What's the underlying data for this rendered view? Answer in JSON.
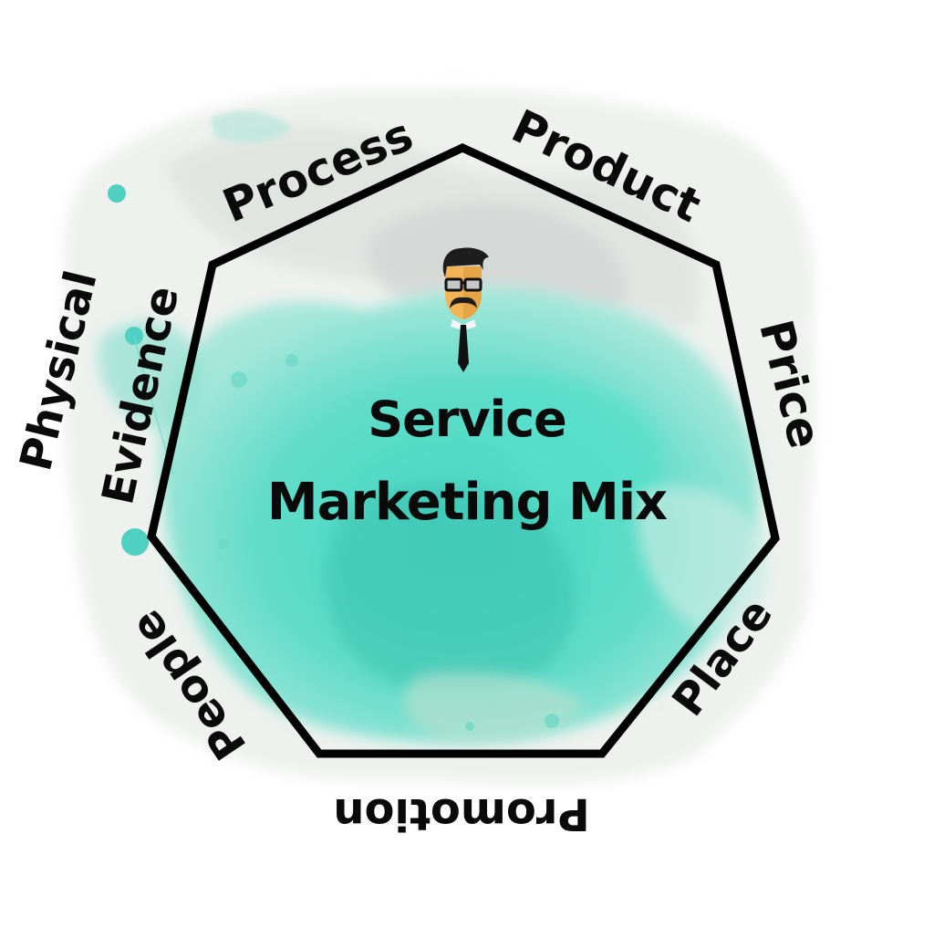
{
  "diagram": {
    "title_line1": "Service",
    "title_line2": "Marketing Mix",
    "labels": {
      "process": "Process",
      "product": "Product",
      "price": "Price",
      "place": "Place",
      "promotion": "Promotion",
      "people": "People",
      "evidence": "Evidence",
      "physical": "Physical"
    },
    "colors": {
      "watercolor_teal": "#4fd8c4",
      "watercolor_light": "#a8e6d8",
      "watercolor_grey": "#d9dcd9",
      "outline": "#000000",
      "text": "#0a0a0a",
      "skin": "#f2b556"
    },
    "icons": {
      "avatar": "businessman-with-glasses-and-tie"
    }
  }
}
